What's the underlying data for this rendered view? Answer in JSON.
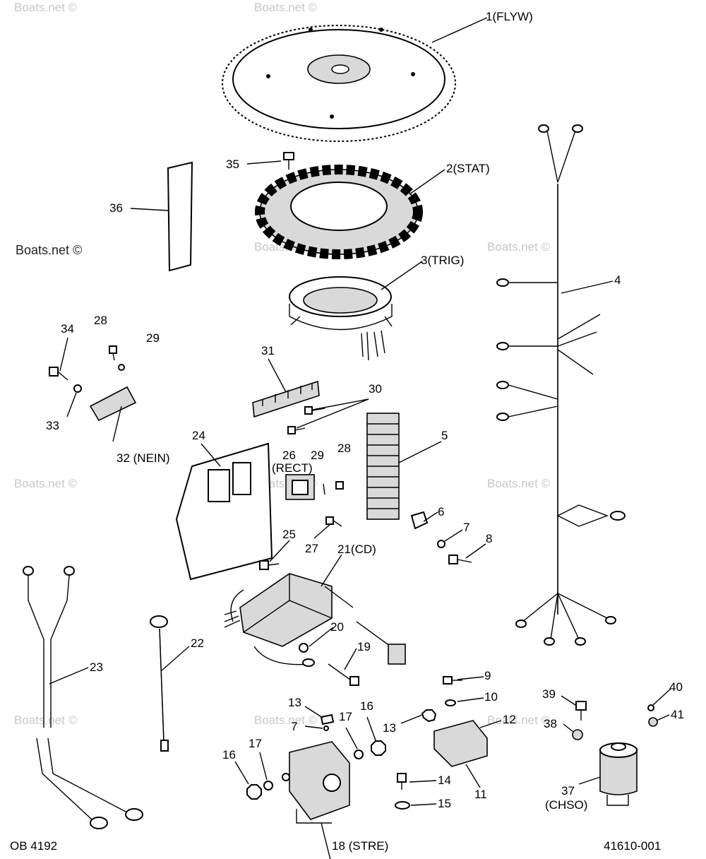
{
  "footer": {
    "left": "OB 4192",
    "right": "41610-001"
  },
  "watermark": "Boats.net ©",
  "callouts": {
    "c1": "1(FLYW)",
    "c2": "2(STAT)",
    "c3": "3(TRIG)",
    "c4": "4",
    "c5": "5",
    "c6": "6",
    "c7a": "7",
    "c7b": "7",
    "c8": "8",
    "c9": "9",
    "c10": "10",
    "c11": "11",
    "c12": "12",
    "c13a": "13",
    "c13b": "13",
    "c14": "14",
    "c15": "15",
    "c16a": "16",
    "c16b": "16",
    "c17a": "17",
    "c17b": "17",
    "c18": "18 (STRE)",
    "c19": "19",
    "c20": "20",
    "c21": "21(CD)",
    "c22": "22",
    "c23": "23",
    "c24": "24",
    "c25": "25",
    "c26": "26",
    "c26sub": "(RECT)",
    "c27": "27",
    "c28a": "28",
    "c28b": "28",
    "c29a": "29",
    "c29b": "29",
    "c30": "30",
    "c31": "31",
    "c32": "32 (NEIN)",
    "c33": "33",
    "c34": "34",
    "c35": "35",
    "c36": "36",
    "c37": "37",
    "c37sub": "(CHSO)",
    "c38": "38",
    "c39": "39",
    "c40": "40",
    "c41": "41"
  }
}
